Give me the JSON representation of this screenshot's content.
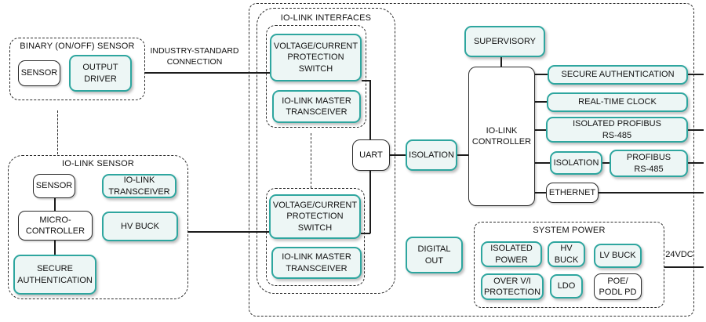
{
  "colors": {
    "accent_teal": "#2ea69f",
    "teal_fill": "#edf6f5",
    "box_border_dark": "#2b2b2b",
    "connector": "#1c1c1c",
    "background": "#ffffff"
  },
  "groups": {
    "binary_sensor": {
      "title": "BINARY (ON/OFF) SENSOR"
    },
    "iolink_sensor": {
      "title": "IO-LINK SENSOR"
    },
    "iolink_interfaces": {
      "title": "IO-LINK INTERFACES"
    },
    "system_power": {
      "title": "SYSTEM POWER"
    }
  },
  "labels": {
    "industry_standard_connection": "INDUSTRY-STANDARD\nCONNECTION",
    "supply_24vdc": "24VDC"
  },
  "nodes": {
    "sensor_binary": "SENSOR",
    "output_driver": "OUTPUT\nDRIVER",
    "sensor_iolink": "SENSOR",
    "iolink_transceiver": "IO-LINK\nTRANSCEIVER",
    "microcontroller": "MICRO-\nCONTROLLER",
    "hv_buck_sensor": "HV BUCK",
    "secure_authentication_sensor": "SECURE\nAUTHENTICATION",
    "vc_protection_switch_top": "VOLTAGE/CURRENT\nPROTECTION\nSWITCH",
    "iolink_master_transceiver_top": "IO-LINK MASTER\nTRANSCEIVER",
    "vc_protection_switch_bottom": "VOLTAGE/CURRENT\nPROTECTION\nSWITCH",
    "iolink_master_transceiver_bottom": "IO-LINK MASTER\nTRANSCEIVER",
    "uart": "UART",
    "isolation_uart": "ISOLATION",
    "iolink_controller": "IO-LINK\nCONTROLLER",
    "supervisory": "SUPERVISORY",
    "secure_authentication_main": "SECURE AUTHENTICATION",
    "real_time_clock": "REAL-TIME CLOCK",
    "isolated_profibus_rs485": "ISOLATED PROFIBUS\nRS-485",
    "isolation_profibus": "ISOLATION",
    "profibus_rs485": "PROFIBUS\nRS-485",
    "ethernet": "ETHERNET",
    "digital_out": "DIGITAL\nOUT",
    "isolated_power": "ISOLATED\nPOWER",
    "hv_buck_power": "HV\nBUCK",
    "lv_buck": "LV BUCK",
    "over_vi_protection": "OVER V/I\nPROTECTION",
    "ldo": "LDO",
    "poe_podl_pd": "POE/\nPODL PD"
  }
}
